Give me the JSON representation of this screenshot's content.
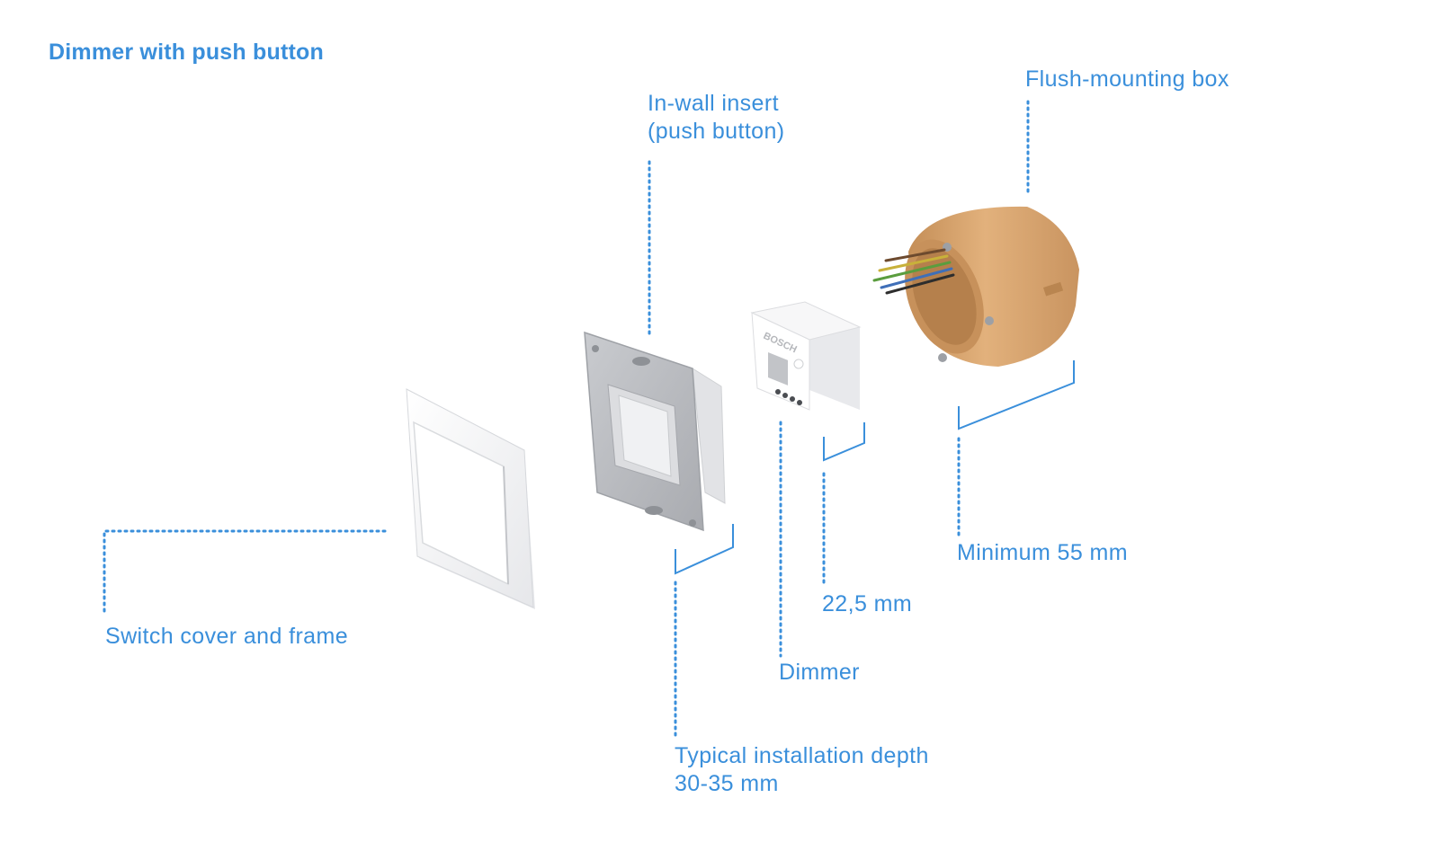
{
  "title": "Dimmer with push button",
  "labels": {
    "insert_line1": "In-wall insert",
    "insert_line2": "(push button)",
    "box": "Flush-mounting box",
    "cover": "Switch cover and frame",
    "box_depth": "Minimum 55 mm",
    "dimmer_depth": "22,5 mm",
    "dimmer": "Dimmer",
    "install_line1": "Typical installation depth",
    "install_line2": "30-35 mm"
  },
  "dimmer_brand": "BOSCH",
  "colors": {
    "accent": "#3a8fdb",
    "box": "#d9a66f",
    "frame": "#b9bbbf"
  }
}
